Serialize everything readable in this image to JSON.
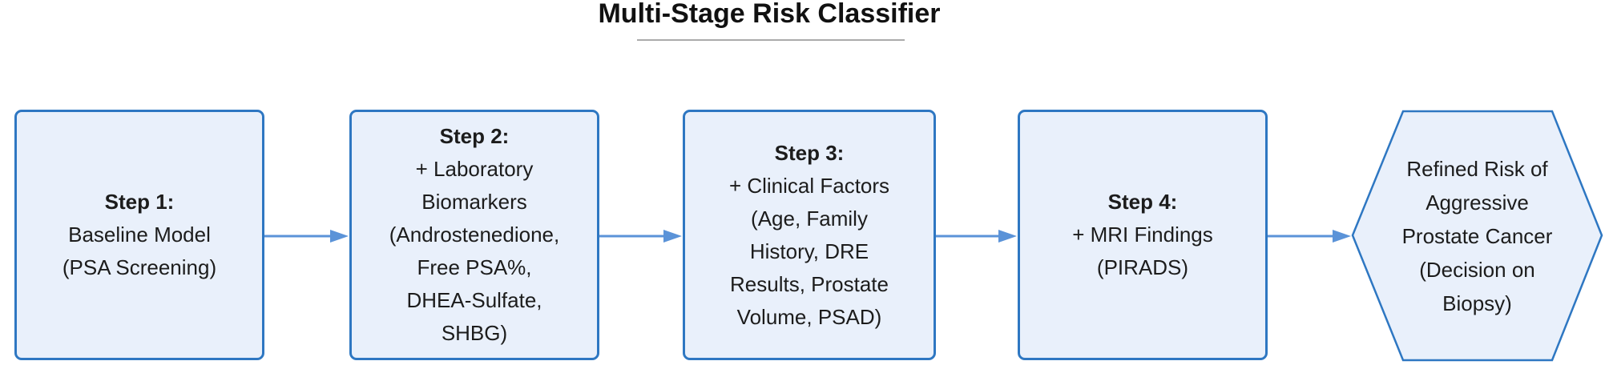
{
  "title": "Multi-Stage Risk Classifier",
  "colors": {
    "node_fill": "#e9f0fb",
    "node_border": "#2e77c2",
    "arrow": "#5b93d8",
    "text": "#1c1c1c",
    "title_underline": "#ababab"
  },
  "nodes": [
    {
      "shape": "rectangle",
      "heading": "Step 1:",
      "body": "Baseline Model\n(PSA Screening)"
    },
    {
      "shape": "rectangle",
      "heading": "Step 2:",
      "body": "+ Laboratory\nBiomarkers\n(Androstenedione,\nFree PSA%,\nDHEA-Sulfate,\nSHBG)"
    },
    {
      "shape": "rectangle",
      "heading": "Step 3:",
      "body": "+ Clinical Factors\n(Age, Family\nHistory, DRE\nResults, Prostate\nVolume, PSAD)"
    },
    {
      "shape": "rectangle",
      "heading": "Step 4:",
      "body": "+ MRI Findings\n(PIRADS)"
    },
    {
      "shape": "hexagon",
      "body": "Refined Risk of\nAggressive\nProstate Cancer\n(Decision on\nBiopsy)"
    }
  ]
}
